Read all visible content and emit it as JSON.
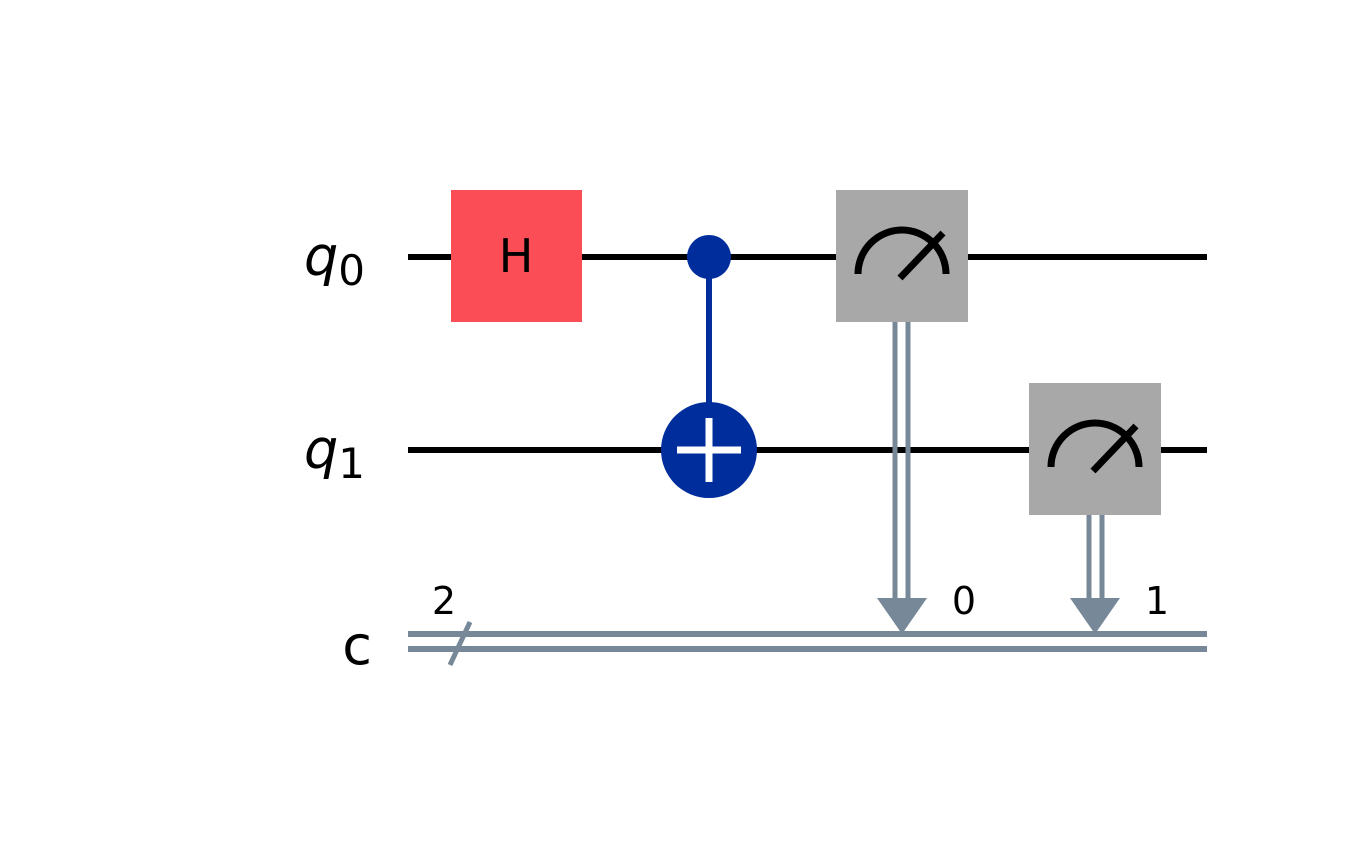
{
  "circuit": {
    "qubits": [
      {
        "symbol": "q",
        "index": "0"
      },
      {
        "symbol": "q",
        "index": "1"
      }
    ],
    "classical_register": {
      "name": "c",
      "width": "2"
    },
    "gates": {
      "hadamard": {
        "label": "H",
        "target": "q0",
        "color": "#fa4d56"
      },
      "cnot": {
        "control": "q0",
        "target": "q1",
        "color": "#002d9c"
      },
      "measure_0": {
        "qubit": "q0",
        "clbit": "0",
        "color": "#a8a8a8"
      },
      "measure_1": {
        "qubit": "q1",
        "clbit": "1",
        "color": "#a8a8a8"
      }
    },
    "classical_wire_color": "#778899"
  }
}
